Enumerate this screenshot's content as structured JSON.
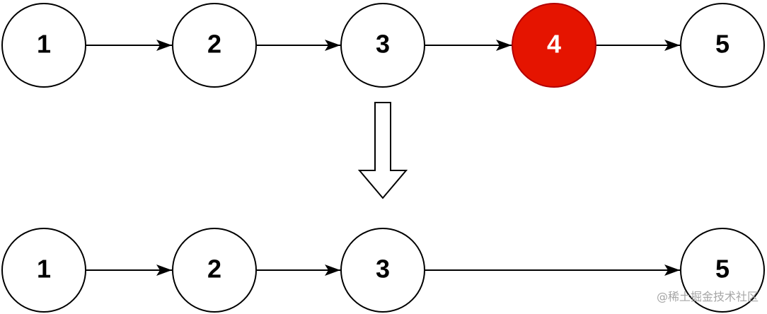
{
  "diagram": {
    "top_list": {
      "nodes": [
        {
          "label": "1",
          "highlighted": false
        },
        {
          "label": "2",
          "highlighted": false
        },
        {
          "label": "3",
          "highlighted": false
        },
        {
          "label": "4",
          "highlighted": true
        },
        {
          "label": "5",
          "highlighted": false
        }
      ]
    },
    "bottom_list": {
      "nodes": [
        {
          "label": "1",
          "highlighted": false
        },
        {
          "label": "2",
          "highlighted": false
        },
        {
          "label": "3",
          "highlighted": false
        },
        {
          "label": "5",
          "highlighted": false
        }
      ]
    },
    "colors": {
      "node_fill": "#ffffff",
      "node_stroke": "#000000",
      "highlight_fill": "#e51400",
      "highlight_stroke": "#b20000",
      "highlight_text": "#ffffff",
      "text": "#000000",
      "edge": "#000000"
    }
  },
  "watermark": {
    "text": "@稀土掘金技术社区"
  }
}
